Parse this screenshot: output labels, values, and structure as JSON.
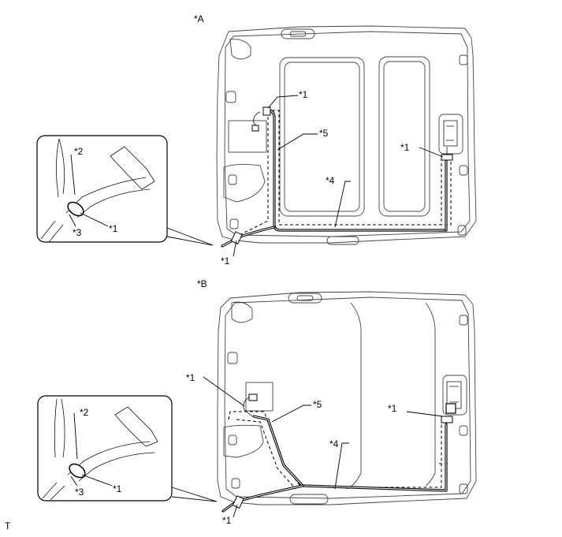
{
  "views": {
    "a": {
      "view_label": "*A",
      "callouts": {
        "clamp_top": "*1",
        "clamp_right": "*1",
        "clamp_bottom": "*1",
        "harness_main": "*4",
        "harness_side": "*5"
      },
      "detail": {
        "c2": "*2",
        "c1": "*1",
        "c3": "*3"
      }
    },
    "b": {
      "view_label": "*B",
      "callouts": {
        "clamp_left": "*1",
        "clamp_right": "*1",
        "clamp_bottom": "*1",
        "harness_main": "*4",
        "harness_side": "*5"
      },
      "detail": {
        "c2": "*2",
        "c1": "*1",
        "c3": "*3"
      }
    }
  },
  "footer_mark": "T"
}
